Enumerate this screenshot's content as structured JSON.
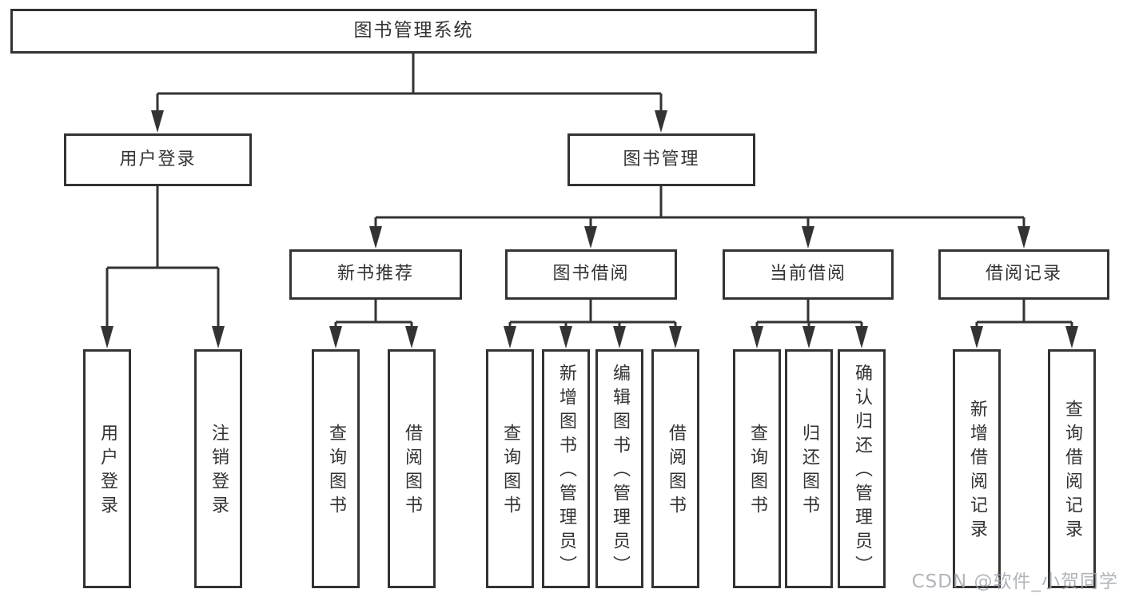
{
  "diagram": {
    "root": {
      "label": "图书管理系统"
    },
    "branches": [
      {
        "label": "用户登录",
        "children": [
          {
            "label": "用户登录"
          },
          {
            "label": "注销登录"
          }
        ]
      },
      {
        "label": "图书管理",
        "children": [
          {
            "label": "新书推荐",
            "children": [
              {
                "label": "查询图书"
              },
              {
                "label": "借阅图书"
              }
            ]
          },
          {
            "label": "图书借阅",
            "children": [
              {
                "label": "查询图书"
              },
              {
                "label": "新增图书（管理员）"
              },
              {
                "label": "编辑图书（管理员）"
              },
              {
                "label": "借阅图书"
              }
            ]
          },
          {
            "label": "当前借阅",
            "children": [
              {
                "label": "查询图书"
              },
              {
                "label": "归还图书"
              },
              {
                "label": "确认归还（管理员）"
              }
            ]
          },
          {
            "label": "借阅记录",
            "children": [
              {
                "label": "新增借阅记录"
              },
              {
                "label": "查询借阅记录"
              }
            ]
          }
        ]
      }
    ],
    "colors": {
      "line": "#333333",
      "text": "#333333",
      "background": "#ffffff",
      "watermark": "#a2a8af"
    }
  },
  "watermark": {
    "text": "CSDN @软件_小贺同学"
  }
}
